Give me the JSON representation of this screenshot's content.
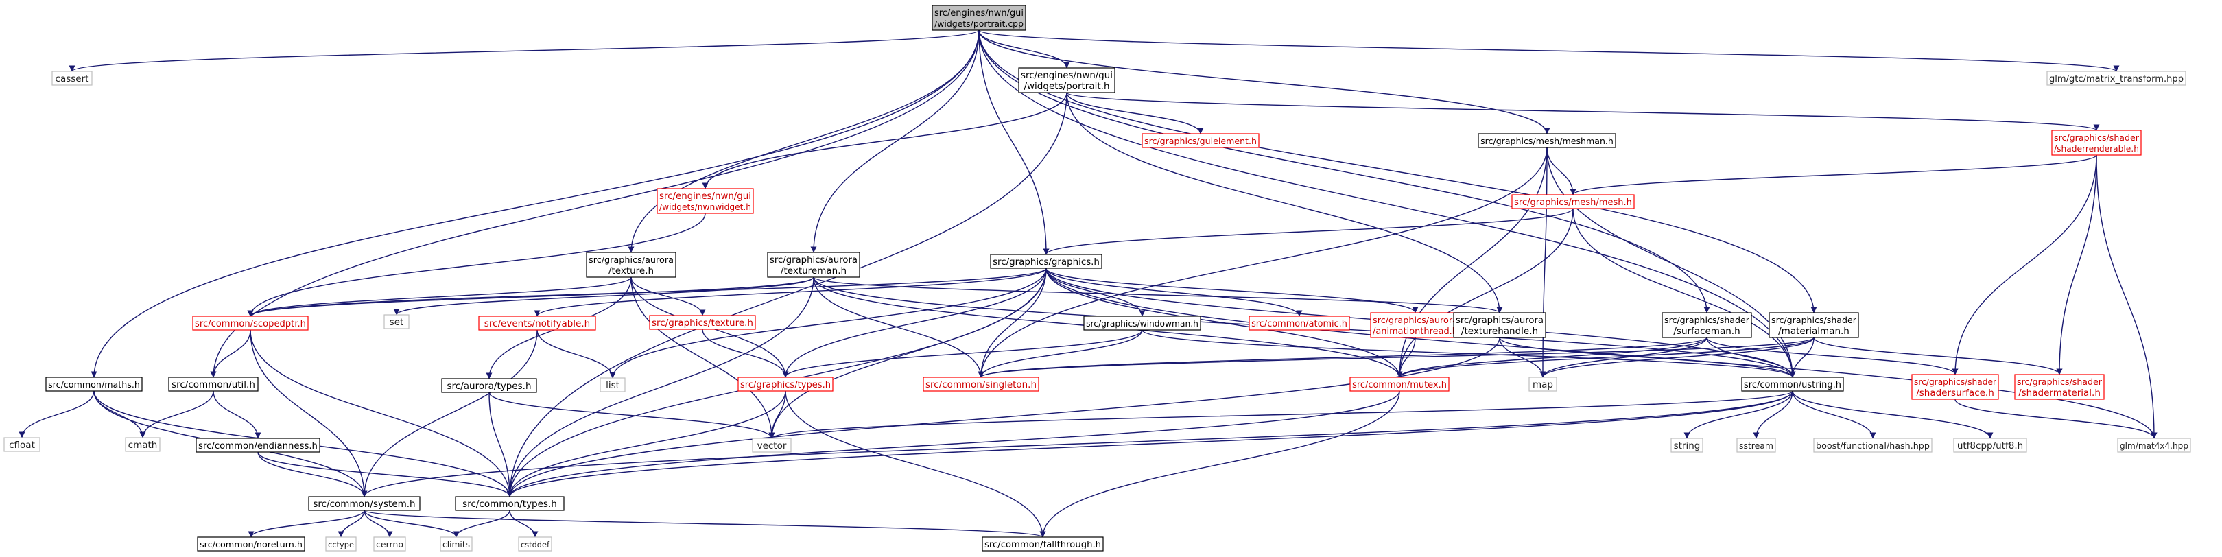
{
  "colors": {
    "edge": "#191970",
    "box_root_fill": "#bfbfbf",
    "box_black": "#000000",
    "box_red": "#ff0000",
    "box_gray": "#bfbfbf"
  },
  "nodes": [
    {
      "id": "portrait_cpp",
      "lines": [
        "src/engines/nwn/gui",
        "/widgets/portrait.cpp"
      ],
      "style": "root"
    },
    {
      "id": "cassert",
      "lines": [
        "cassert"
      ],
      "style": "gray"
    },
    {
      "id": "portrait_h",
      "lines": [
        "src/engines/nwn/gui",
        "/widgets/portrait.h"
      ],
      "style": "black"
    },
    {
      "id": "matrix_transform",
      "lines": [
        "glm/gtc/matrix_transform.hpp"
      ],
      "style": "gray"
    },
    {
      "id": "guielement",
      "lines": [
        "src/graphics/guielement.h"
      ],
      "style": "red"
    },
    {
      "id": "meshman",
      "lines": [
        "src/graphics/mesh/meshman.h"
      ],
      "style": "black"
    },
    {
      "id": "shaderrenderable",
      "lines": [
        "src/graphics/shader",
        "/shaderrenderable.h"
      ],
      "style": "red"
    },
    {
      "id": "nwnwidget",
      "lines": [
        "src/engines/nwn/gui",
        "/widgets/nwnwidget.h"
      ],
      "style": "red"
    },
    {
      "id": "mesh_h",
      "lines": [
        "src/graphics/mesh/mesh.h"
      ],
      "style": "red"
    },
    {
      "id": "aurora_texture",
      "lines": [
        "src/graphics/aurora",
        "/texture.h"
      ],
      "style": "black"
    },
    {
      "id": "textureman",
      "lines": [
        "src/graphics/aurora",
        "/textureman.h"
      ],
      "style": "black"
    },
    {
      "id": "graphics_h",
      "lines": [
        "src/graphics/graphics.h"
      ],
      "style": "black"
    },
    {
      "id": "scopedptr",
      "lines": [
        "src/common/scopedptr.h"
      ],
      "style": "red"
    },
    {
      "id": "set",
      "lines": [
        "set"
      ],
      "style": "gray"
    },
    {
      "id": "notifyable",
      "lines": [
        "src/events/notifyable.h"
      ],
      "style": "red"
    },
    {
      "id": "graphics_texture",
      "lines": [
        "src/graphics/texture.h"
      ],
      "style": "red"
    },
    {
      "id": "windowman",
      "lines": [
        "src/graphics/windowman.h"
      ],
      "style": "black"
    },
    {
      "id": "atomic",
      "lines": [
        "src/common/atomic.h"
      ],
      "style": "red"
    },
    {
      "id": "animationthread",
      "lines": [
        "src/graphics/aurora",
        "/animationthread.h"
      ],
      "style": "red"
    },
    {
      "id": "texturehandle",
      "lines": [
        "src/graphics/aurora",
        "/texturehandle.h"
      ],
      "style": "black"
    },
    {
      "id": "surfaceman",
      "lines": [
        "src/graphics/shader",
        "/surfaceman.h"
      ],
      "style": "black"
    },
    {
      "id": "materialman",
      "lines": [
        "src/graphics/shader",
        "/materialman.h"
      ],
      "style": "black"
    },
    {
      "id": "maths",
      "lines": [
        "src/common/maths.h"
      ],
      "style": "black"
    },
    {
      "id": "util",
      "lines": [
        "src/common/util.h"
      ],
      "style": "black"
    },
    {
      "id": "list",
      "lines": [
        "list"
      ],
      "style": "gray"
    },
    {
      "id": "graphics_types",
      "lines": [
        "src/graphics/types.h"
      ],
      "style": "red"
    },
    {
      "id": "singleton",
      "lines": [
        "src/common/singleton.h"
      ],
      "style": "red"
    },
    {
      "id": "mutex",
      "lines": [
        "src/common/mutex.h"
      ],
      "style": "red"
    },
    {
      "id": "map",
      "lines": [
        "map"
      ],
      "style": "gray"
    },
    {
      "id": "ustring",
      "lines": [
        "src/common/ustring.h"
      ],
      "style": "black"
    },
    {
      "id": "shadersurface",
      "lines": [
        "src/graphics/shader",
        "/shadersurface.h"
      ],
      "style": "red"
    },
    {
      "id": "shadermaterial",
      "lines": [
        "src/graphics/shader",
        "/shadermaterial.h"
      ],
      "style": "red"
    },
    {
      "id": "aurora_types",
      "lines": [
        "src/aurora/types.h"
      ],
      "style": "black"
    },
    {
      "id": "cfloat",
      "lines": [
        "cfloat"
      ],
      "style": "gray"
    },
    {
      "id": "cmath",
      "lines": [
        "cmath"
      ],
      "style": "gray"
    },
    {
      "id": "endianness",
      "lines": [
        "src/common/endianness.h"
      ],
      "style": "black"
    },
    {
      "id": "vector",
      "lines": [
        "vector"
      ],
      "style": "gray"
    },
    {
      "id": "string",
      "lines": [
        "string"
      ],
      "style": "gray"
    },
    {
      "id": "sstream",
      "lines": [
        "sstream"
      ],
      "style": "gray"
    },
    {
      "id": "boost_hash",
      "lines": [
        "boost/functional/hash.hpp"
      ],
      "style": "gray"
    },
    {
      "id": "utf8cpp",
      "lines": [
        "utf8cpp/utf8.h"
      ],
      "style": "gray"
    },
    {
      "id": "mat4x4",
      "lines": [
        "glm/mat4x4.hpp"
      ],
      "style": "gray"
    },
    {
      "id": "system",
      "lines": [
        "src/common/system.h"
      ],
      "style": "black"
    },
    {
      "id": "common_types",
      "lines": [
        "src/common/types.h"
      ],
      "style": "black"
    },
    {
      "id": "noreturn",
      "lines": [
        "src/common/noreturn.h"
      ],
      "style": "black"
    },
    {
      "id": "cctype",
      "lines": [
        "cctype"
      ],
      "style": "gray"
    },
    {
      "id": "cerrno",
      "lines": [
        "cerrno"
      ],
      "style": "gray"
    },
    {
      "id": "climits",
      "lines": [
        "climits"
      ],
      "style": "gray"
    },
    {
      "id": "cstddef",
      "lines": [
        "cstddef"
      ],
      "style": "gray"
    },
    {
      "id": "fallthrough",
      "lines": [
        "src/common/fallthrough.h"
      ],
      "style": "black"
    }
  ],
  "edges": [
    [
      "portrait_cpp",
      "cassert"
    ],
    [
      "portrait_cpp",
      "portrait_h"
    ],
    [
      "portrait_cpp",
      "matrix_transform"
    ],
    [
      "portrait_cpp",
      "meshman"
    ],
    [
      "portrait_cpp",
      "aurora_texture"
    ],
    [
      "portrait_cpp",
      "textureman"
    ],
    [
      "portrait_cpp",
      "graphics_h"
    ],
    [
      "portrait_cpp",
      "maths"
    ],
    [
      "portrait_cpp",
      "util"
    ],
    [
      "portrait_cpp",
      "ustring"
    ],
    [
      "portrait_cpp",
      "surfaceman"
    ],
    [
      "portrait_cpp",
      "materialman"
    ],
    [
      "portrait_h",
      "guielement"
    ],
    [
      "portrait_h",
      "shaderrenderable"
    ],
    [
      "portrait_h",
      "nwnwidget"
    ],
    [
      "portrait_h",
      "texturehandle"
    ],
    [
      "portrait_h",
      "common_types"
    ],
    [
      "meshman",
      "mesh_h"
    ],
    [
      "meshman",
      "singleton"
    ],
    [
      "meshman",
      "mutex"
    ],
    [
      "meshman",
      "map"
    ],
    [
      "meshman",
      "ustring"
    ],
    [
      "shaderrenderable",
      "mesh_h"
    ],
    [
      "shaderrenderable",
      "shadersurface"
    ],
    [
      "shaderrenderable",
      "shadermaterial"
    ],
    [
      "shaderrenderable",
      "mat4x4"
    ],
    [
      "nwnwidget",
      "scopedptr"
    ],
    [
      "mesh_h",
      "graphics_h"
    ],
    [
      "mesh_h",
      "mutex"
    ],
    [
      "mesh_h",
      "ustring"
    ],
    [
      "aurora_texture",
      "scopedptr"
    ],
    [
      "aurora_texture",
      "graphics_texture"
    ],
    [
      "aurora_texture",
      "graphics_types"
    ],
    [
      "aurora_texture",
      "aurora_types"
    ],
    [
      "aurora_texture",
      "vector"
    ],
    [
      "textureman",
      "scopedptr"
    ],
    [
      "textureman",
      "texturehandle"
    ],
    [
      "textureman",
      "singleton"
    ],
    [
      "textureman",
      "mutex"
    ],
    [
      "textureman",
      "ustring"
    ],
    [
      "textureman",
      "set"
    ],
    [
      "textureman",
      "common_types"
    ],
    [
      "graphics_h",
      "notifyable"
    ],
    [
      "graphics_h",
      "windowman"
    ],
    [
      "graphics_h",
      "atomic"
    ],
    [
      "graphics_h",
      "animationthread"
    ],
    [
      "graphics_h",
      "graphics_types"
    ],
    [
      "graphics_h",
      "singleton"
    ],
    [
      "graphics_h",
      "mutex"
    ],
    [
      "graphics_h",
      "ustring"
    ],
    [
      "graphics_h",
      "list"
    ],
    [
      "graphics_h",
      "vector"
    ],
    [
      "graphics_h",
      "common_types"
    ],
    [
      "graphics_h",
      "scopedptr"
    ],
    [
      "graphics_h",
      "mat4x4"
    ],
    [
      "scopedptr",
      "util"
    ],
    [
      "scopedptr",
      "system"
    ],
    [
      "scopedptr",
      "common_types"
    ],
    [
      "notifyable",
      "list"
    ],
    [
      "notifyable",
      "system"
    ],
    [
      "graphics_texture",
      "graphics_types"
    ],
    [
      "windowman",
      "graphics_types"
    ],
    [
      "windowman",
      "singleton"
    ],
    [
      "windowman",
      "ustring"
    ],
    [
      "animationthread",
      "mutex"
    ],
    [
      "texturehandle",
      "ustring"
    ],
    [
      "texturehandle",
      "map"
    ],
    [
      "texturehandle",
      "common_types"
    ],
    [
      "surfaceman",
      "shadersurface"
    ],
    [
      "surfaceman",
      "singleton"
    ],
    [
      "surfaceman",
      "mutex"
    ],
    [
      "surfaceman",
      "map"
    ],
    [
      "surfaceman",
      "ustring"
    ],
    [
      "materialman",
      "shadermaterial"
    ],
    [
      "materialman",
      "singleton"
    ],
    [
      "materialman",
      "mutex"
    ],
    [
      "materialman",
      "map"
    ],
    [
      "materialman",
      "ustring"
    ],
    [
      "maths",
      "cfloat"
    ],
    [
      "maths",
      "cmath"
    ],
    [
      "maths",
      "system"
    ],
    [
      "maths",
      "common_types"
    ],
    [
      "util",
      "cmath"
    ],
    [
      "util",
      "endianness"
    ],
    [
      "endianness",
      "system"
    ],
    [
      "endianness",
      "common_types"
    ],
    [
      "graphics_types",
      "vector"
    ],
    [
      "graphics_types",
      "fallthrough"
    ],
    [
      "graphics_types",
      "common_types"
    ],
    [
      "mutex",
      "common_types"
    ],
    [
      "mutex",
      "fallthrough"
    ],
    [
      "ustring",
      "string"
    ],
    [
      "ustring",
      "sstream"
    ],
    [
      "ustring",
      "boost_hash"
    ],
    [
      "ustring",
      "utf8cpp"
    ],
    [
      "ustring",
      "vector"
    ],
    [
      "ustring",
      "system"
    ],
    [
      "ustring",
      "common_types"
    ],
    [
      "shadersurface",
      "mat4x4"
    ],
    [
      "aurora_types",
      "vector"
    ],
    [
      "aurora_types",
      "common_types"
    ],
    [
      "system",
      "noreturn"
    ],
    [
      "system",
      "cctype"
    ],
    [
      "system",
      "cerrno"
    ],
    [
      "system",
      "climits"
    ],
    [
      "system",
      "fallthrough"
    ],
    [
      "common_types",
      "climits"
    ],
    [
      "common_types",
      "cstddef"
    ]
  ]
}
